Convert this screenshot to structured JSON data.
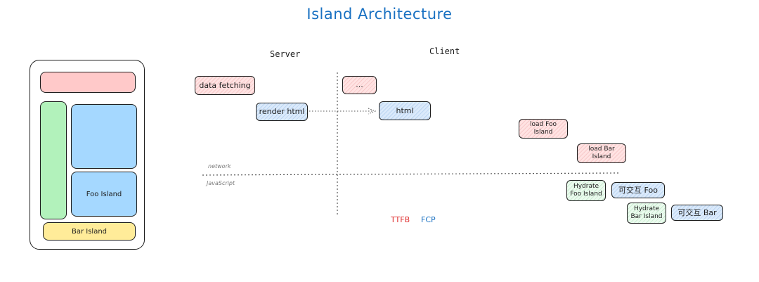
{
  "title": "Island Architecture",
  "columns": {
    "server": "Server",
    "client": "Client"
  },
  "mockup": {
    "foo_island": "Foo Island",
    "bar_island": "Bar Island"
  },
  "server_steps": {
    "data_fetching": "data fetching",
    "render_html": "render html"
  },
  "client_steps": {
    "ellipsis": "...",
    "html": "html",
    "load_foo": "load Foo Island",
    "load_bar": "load Bar Island",
    "hydrate_foo": "Hydrate Foo Island",
    "hydrate_bar": "Hydrate Bar Island",
    "interactive_foo": "可交互 Foo",
    "interactive_bar": "可交互 Bar"
  },
  "lanes": {
    "network": "network",
    "javascript": "JavaScript"
  },
  "legend": {
    "ttfb": "TTFB",
    "fcp": "FCP"
  },
  "colors": {
    "title": "#1971c2",
    "ttfb": "#e03131",
    "fcp": "#1971c2",
    "red_fill": "#ffc9c9",
    "blue_fill": "#a5d8ff",
    "green_fill": "#b2f2bb",
    "yellow_fill": "#ffec99"
  }
}
